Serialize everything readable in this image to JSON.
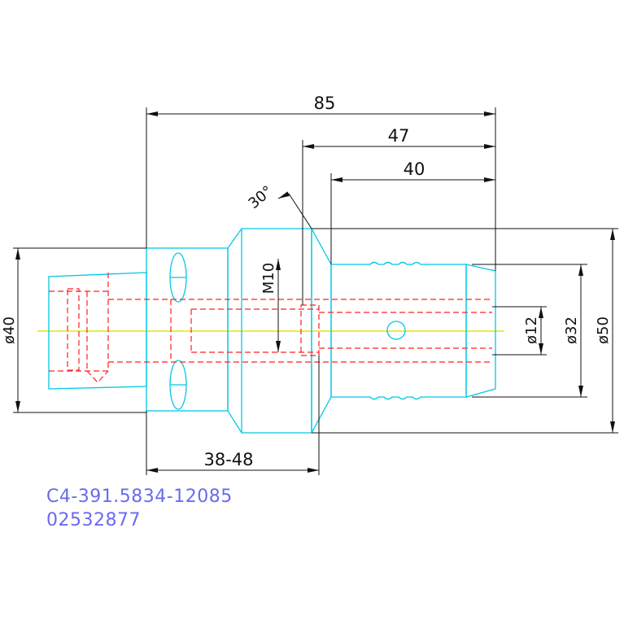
{
  "colors": {
    "outline": "#00c8e6",
    "hidden": "#ff2020",
    "center": "#e6e600",
    "dimension": "#111111",
    "part_text": "#6a6af0"
  },
  "dimensions": {
    "overall_length": "85",
    "length_47": "47",
    "length_40": "40",
    "chamfer_angle": "30°",
    "thread": "M10",
    "shank_diameter": "ø40",
    "bore_diameter": "ø12",
    "body_diameter": "ø32",
    "flange_diameter": "ø50",
    "adjust_range": "38-48"
  },
  "part": {
    "number": "C4-391.5834-12085",
    "code": "02532877"
  }
}
